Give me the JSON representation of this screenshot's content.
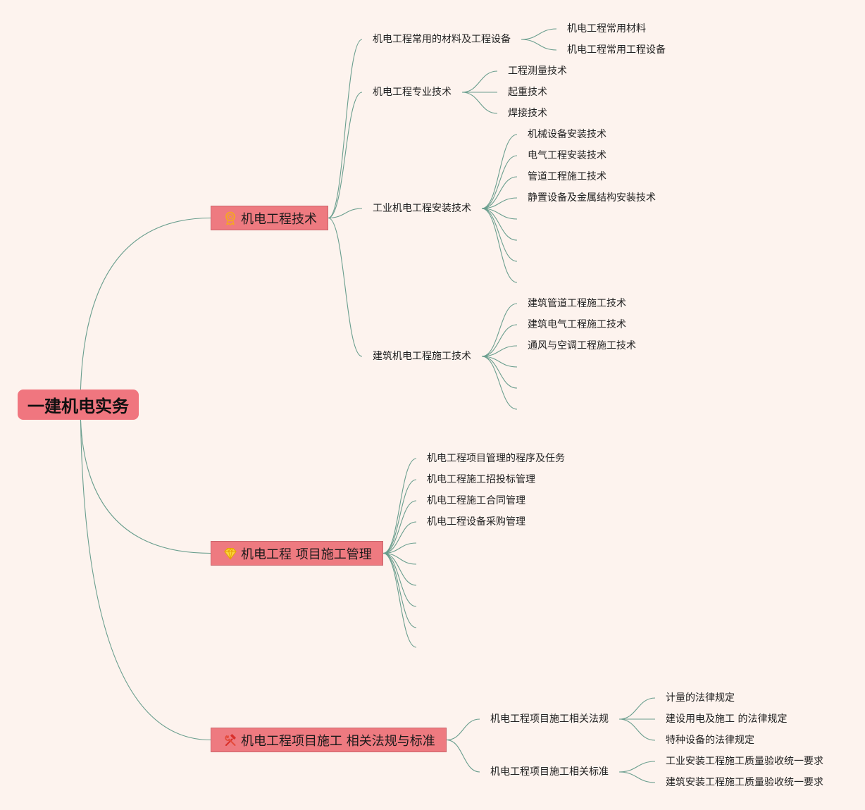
{
  "root": {
    "label": "一建机电实务"
  },
  "branches": [
    {
      "label": "机电工程技术",
      "icon": "award-ribbon-icon",
      "children": [
        {
          "label": "机电工程常用的材料及工程设备",
          "children": [
            {
              "label": "机电工程常用材料"
            },
            {
              "label": "机电工程常用工程设备"
            }
          ]
        },
        {
          "label": "机电工程专业技术",
          "children": [
            {
              "label": "工程测量技术"
            },
            {
              "label": "起重技术"
            },
            {
              "label": "焊接技术"
            }
          ]
        },
        {
          "label": "工业机电工程安装技术",
          "children": [
            {
              "label": "机械设备安装技术"
            },
            {
              "label": "电气工程安装技术"
            },
            {
              "label": "管道工程施工技术"
            },
            {
              "label": "静置设备及金属结构安装技术"
            }
          ]
        },
        {
          "label": "建筑机电工程施工技术",
          "children": [
            {
              "label": "建筑管道工程施工技术"
            },
            {
              "label": "建筑电气工程施工技术"
            },
            {
              "label": "通风与空调工程施工技术"
            }
          ]
        }
      ]
    },
    {
      "label": "机电工程 项目施工管理",
      "icon": "gem-icon",
      "children": [
        {
          "label": "机电工程项目管理的程序及任务"
        },
        {
          "label": "机电工程施工招投标管理"
        },
        {
          "label": "机电工程施工合同管理"
        },
        {
          "label": "机电工程设备采购管理"
        }
      ]
    },
    {
      "label": "机电工程项目施工 相关法规与标准",
      "icon": "tools-icon",
      "children": [
        {
          "label": "机电工程项目施工相关法规",
          "children": [
            {
              "label": "计量的法律规定"
            },
            {
              "label": "建设用电及施工 的法律规定"
            },
            {
              "label": "特种设备的法律规定"
            }
          ]
        },
        {
          "label": "机电工程项目施工相关标准",
          "children": [
            {
              "label": "工业安装工程施工质量验收统一要求"
            },
            {
              "label": "建筑安装工程施工质量验收统一要求"
            }
          ]
        }
      ]
    }
  ],
  "colors": {
    "background": "#fdf3ee",
    "root_fill": "#f0767f",
    "branch_fill": "#ee7a80",
    "branch_border": "#c9646b",
    "connector": "#6a9e8e",
    "text": "#222222"
  }
}
